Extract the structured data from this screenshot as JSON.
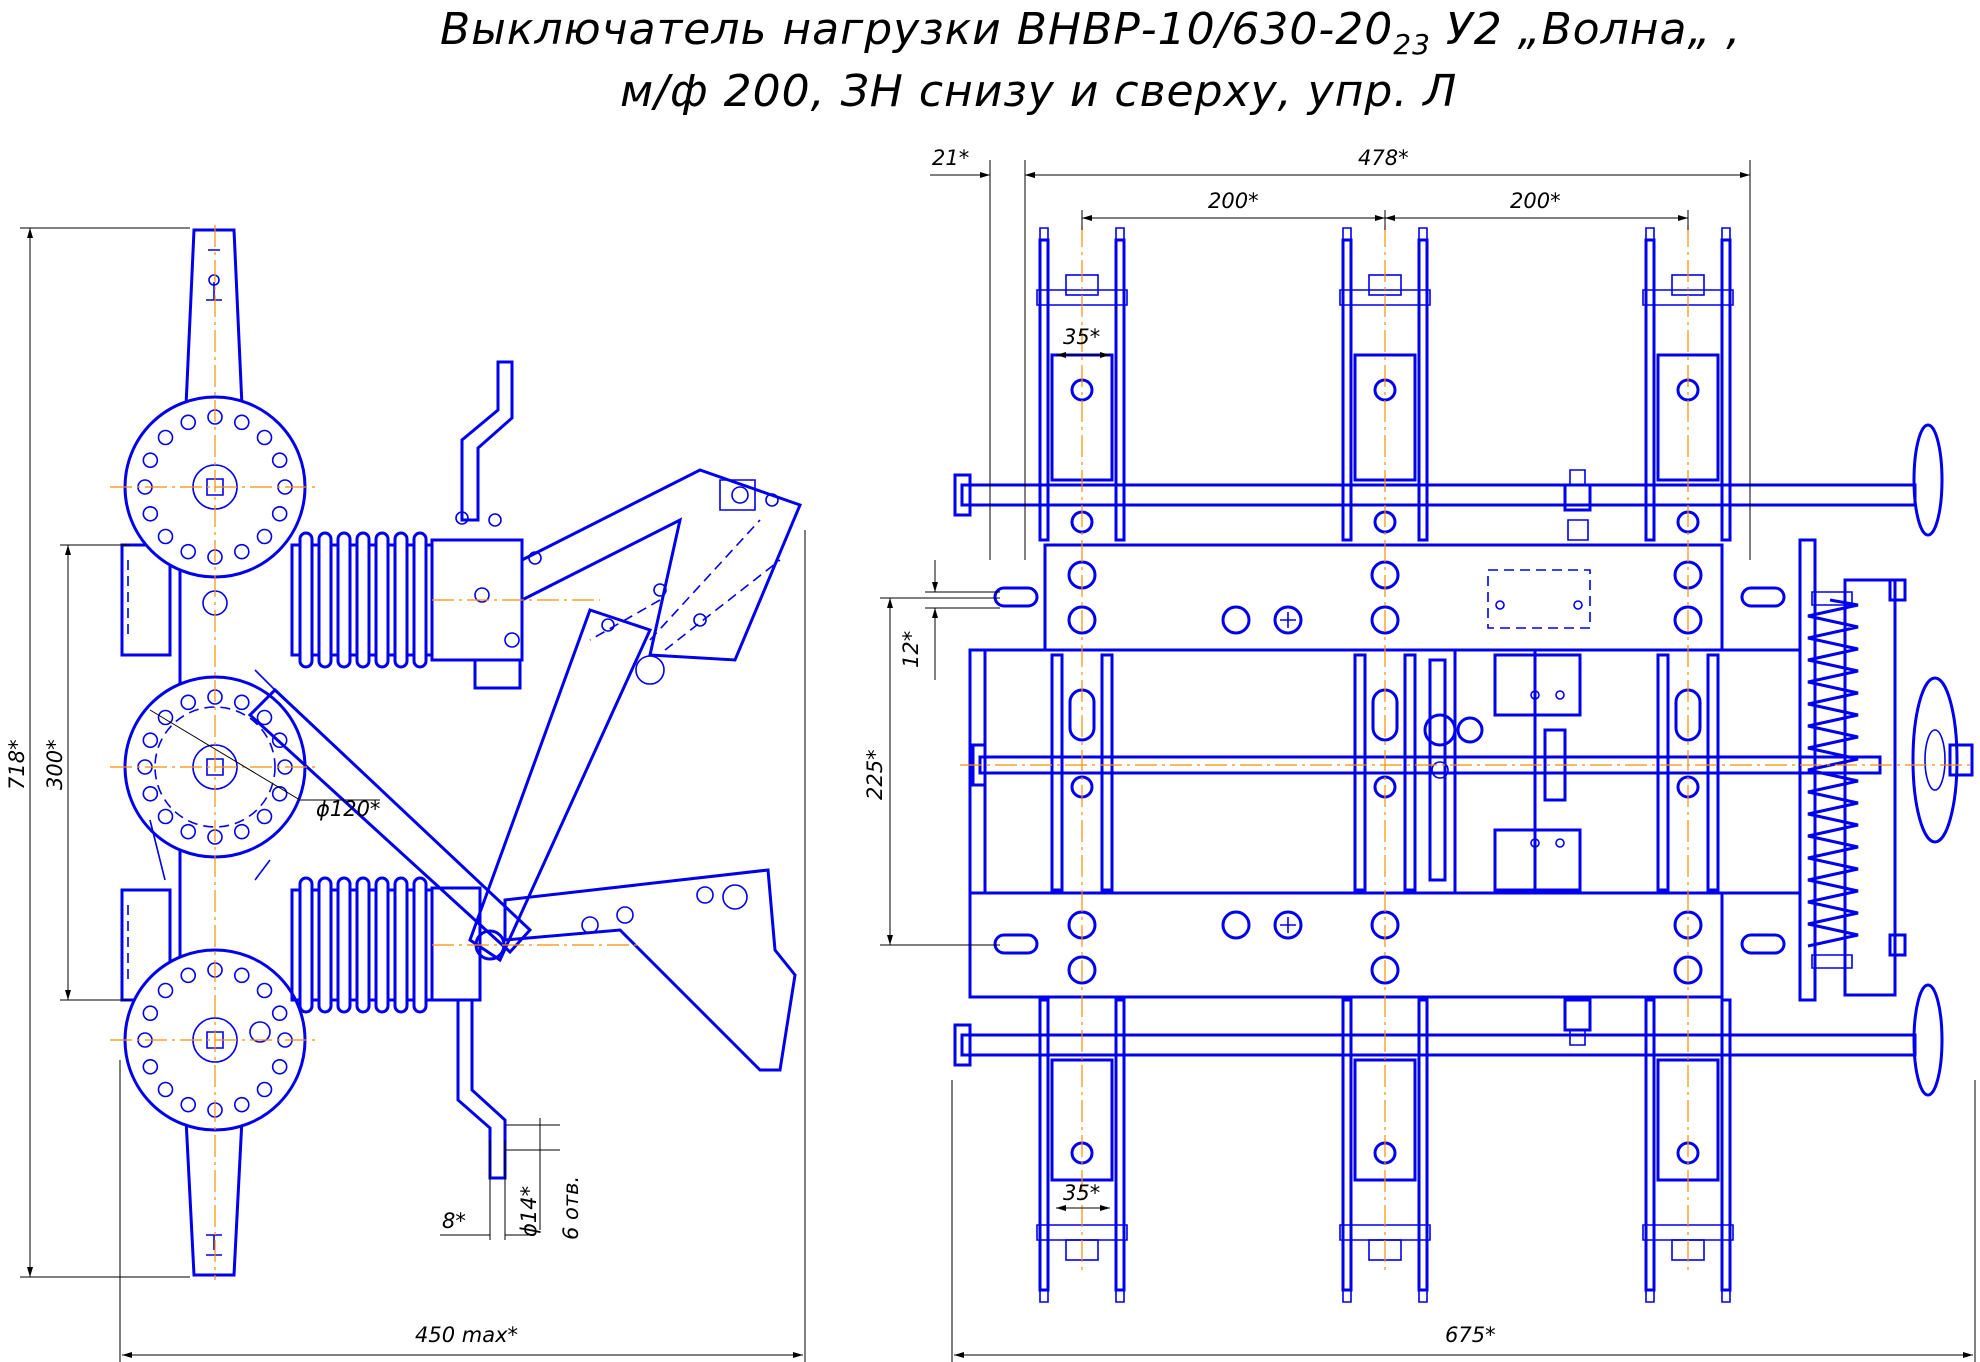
{
  "title": {
    "line1": "Выключатель нагрузки ВНВР-10/630-20",
    "line1_sub": "23",
    "line1_tail": " У2 „Волна„ ,",
    "line2": "м/ф 200, ЗН снизу и сверху, упр. Л"
  },
  "side_view": {
    "dims": {
      "height_total": "718*",
      "insulator_span": "300*",
      "disk_diameter": "ϕ120*",
      "width_max": "450 max*",
      "plate_thickness": "8*",
      "hole_diameter": "ϕ14*",
      "holes_count": "6 отв."
    }
  },
  "front_view": {
    "dims": {
      "offset_left": "21*",
      "span_total": "478*",
      "pole_pitch_1": "200*",
      "pole_pitch_2": "200*",
      "contact_width_top": "35*",
      "contact_width_bottom": "35*",
      "slot_offset": "12*",
      "rail_spacing": "225*",
      "width_total": "675*"
    }
  },
  "colors": {
    "outline": "#0000ee",
    "axis": "#ff8c00",
    "dimension": "#000000"
  }
}
